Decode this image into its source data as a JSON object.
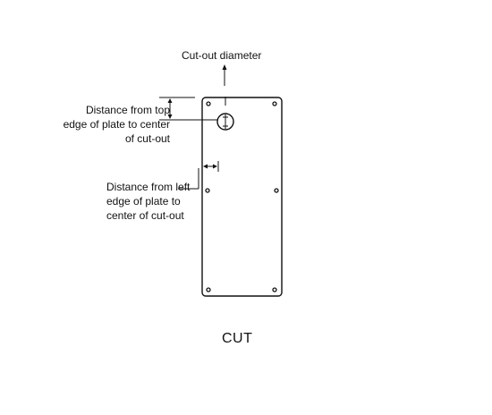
{
  "labels": {
    "diameter": "Cut-out diameter",
    "top_distance": "Distance from top edge of plate to center of cut-out",
    "left_distance": "Distance from left edge of plate to center of cut-out",
    "caption": "CUT"
  },
  "colors": {
    "line": "#111111",
    "background": "#ffffff"
  }
}
